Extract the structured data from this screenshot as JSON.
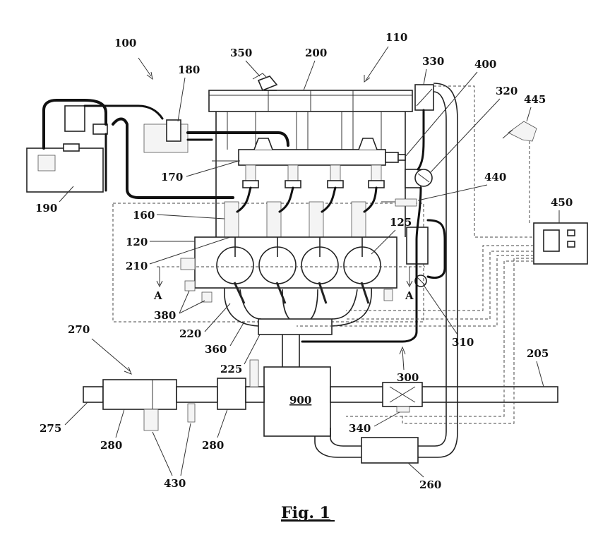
{
  "figure": {
    "caption": "Fig. 1",
    "center_block_label": "900",
    "section_marker": "A"
  },
  "labels": [
    {
      "id": "100",
      "text": "100"
    },
    {
      "id": "110",
      "text": "110"
    },
    {
      "id": "120",
      "text": "120"
    },
    {
      "id": "125",
      "text": "125"
    },
    {
      "id": "160",
      "text": "160"
    },
    {
      "id": "170",
      "text": "170"
    },
    {
      "id": "180",
      "text": "180"
    },
    {
      "id": "190",
      "text": "190"
    },
    {
      "id": "200",
      "text": "200"
    },
    {
      "id": "205",
      "text": "205"
    },
    {
      "id": "210",
      "text": "210"
    },
    {
      "id": "220",
      "text": "220"
    },
    {
      "id": "225",
      "text": "225"
    },
    {
      "id": "260",
      "text": "260"
    },
    {
      "id": "270",
      "text": "270"
    },
    {
      "id": "275",
      "text": "275"
    },
    {
      "id": "280a",
      "text": "280"
    },
    {
      "id": "280b",
      "text": "280"
    },
    {
      "id": "300",
      "text": "300"
    },
    {
      "id": "310",
      "text": "310"
    },
    {
      "id": "320",
      "text": "320"
    },
    {
      "id": "330",
      "text": "330"
    },
    {
      "id": "340",
      "text": "340"
    },
    {
      "id": "350",
      "text": "350"
    },
    {
      "id": "360",
      "text": "360"
    },
    {
      "id": "380",
      "text": "380"
    },
    {
      "id": "400",
      "text": "400"
    },
    {
      "id": "430",
      "text": "430"
    },
    {
      "id": "440",
      "text": "440"
    },
    {
      "id": "445",
      "text": "445"
    },
    {
      "id": "450",
      "text": "450"
    }
  ]
}
